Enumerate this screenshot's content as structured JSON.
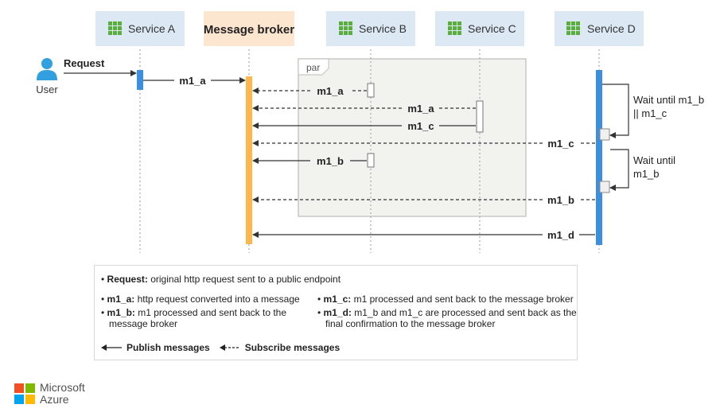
{
  "participants": [
    {
      "id": "user",
      "label": "User"
    },
    {
      "id": "service_a",
      "label": "Service A"
    },
    {
      "id": "broker",
      "label": "Message broker"
    },
    {
      "id": "service_b",
      "label": "Service B"
    },
    {
      "id": "service_c",
      "label": "Service C"
    },
    {
      "id": "service_d",
      "label": "Service D"
    }
  ],
  "fragment": {
    "label": "par"
  },
  "messages": [
    {
      "label": "Request",
      "style": "publish"
    },
    {
      "label": "m1_a",
      "style": "publish"
    },
    {
      "label": "m1_a",
      "style": "subscribe"
    },
    {
      "label": "m1_a",
      "style": "subscribe"
    },
    {
      "label": "m1_c",
      "style": "publish"
    },
    {
      "label": "m1_c",
      "style": "subscribe"
    },
    {
      "label": "m1_b",
      "style": "publish"
    },
    {
      "label": "m1_b",
      "style": "subscribe"
    },
    {
      "label": "m1_d",
      "style": "publish"
    }
  ],
  "notes": {
    "wait_1": [
      "Wait until m1_b",
      "|| m1_c"
    ],
    "wait_2": [
      "Wait until",
      "m1_b"
    ]
  },
  "legend": {
    "request_term": "Request:",
    "request_desc": " original http request sent to a public endpoint",
    "m1a_term": "m1_a:",
    "m1a_desc": " http request converted into a message",
    "m1b_term": "m1_b:",
    "m1b_desc": " m1 processed and sent back to the message broker",
    "m1c_term": "m1_c:",
    "m1c_desc": " m1 processed and sent back to the message broker",
    "m1d_term": "m1_d:",
    "m1d_desc": " m1_b and m1_c are processed and sent back as the final confirmation to the message broker",
    "publish_label": "Publish messages",
    "subscribe_label": "Subscribe messages"
  },
  "brand": {
    "line1": "Microsoft",
    "line2": "Azure"
  },
  "colors": {
    "service_box": "#dce9f5",
    "broker_box": "#fde6cf",
    "broker_bar": "#ffb64a",
    "service_d_bar": "#3b8ee0",
    "user_icon": "#32a0e0",
    "grid_icon": "#5aaf3c",
    "par_fill": "#f2f2ef",
    "par_border": "#c8c8c4"
  }
}
